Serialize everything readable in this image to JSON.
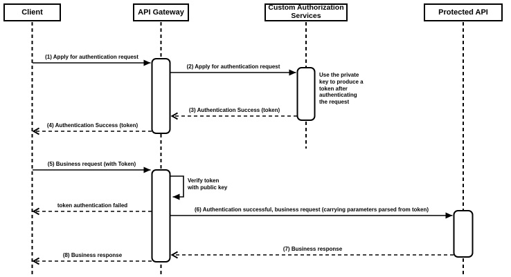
{
  "diagram_type": "sequence-diagram",
  "colors": {
    "stroke": "#000000",
    "fill": "#ffffff",
    "background": "#ffffff"
  },
  "participants": [
    {
      "id": "client",
      "label": "Client"
    },
    {
      "id": "api-gateway",
      "label": "API Gateway"
    },
    {
      "id": "custom-authorization-services",
      "label": "Custom Authorization\nServices"
    },
    {
      "id": "protected-api",
      "label": "Protected API"
    }
  ],
  "messages": [
    {
      "id": "msg-1",
      "from": "client",
      "to": "api-gateway",
      "style": "solid",
      "label": "(1) Apply for authentication request"
    },
    {
      "id": "msg-2",
      "from": "api-gateway",
      "to": "custom-authorization-services",
      "style": "solid",
      "label": "(2) Apply for authentication request"
    },
    {
      "id": "msg-3",
      "from": "custom-authorization-services",
      "to": "api-gateway",
      "style": "dashed",
      "label": "(3) Authentication Success (token)"
    },
    {
      "id": "msg-4",
      "from": "api-gateway",
      "to": "client",
      "style": "dashed",
      "label": "(4) Authentication Success (token)"
    },
    {
      "id": "msg-5",
      "from": "client",
      "to": "api-gateway",
      "style": "solid",
      "label": "(5) Business request (with Token)"
    },
    {
      "id": "msg-verify",
      "from": "api-gateway",
      "to": "api-gateway",
      "style": "self",
      "label": "Verify token\nwith public key"
    },
    {
      "id": "msg-token-failed",
      "from": "api-gateway",
      "to": "client",
      "style": "dashed",
      "label": "token authentication failed"
    },
    {
      "id": "msg-6",
      "from": "api-gateway",
      "to": "protected-api",
      "style": "solid",
      "label": "(6) Authentication successful, business request (carrying parameters parsed from token)"
    },
    {
      "id": "msg-7",
      "from": "protected-api",
      "to": "api-gateway",
      "style": "dashed",
      "label": "(7) Business response"
    },
    {
      "id": "msg-8",
      "from": "api-gateway",
      "to": "client",
      "style": "dashed",
      "label": "(8) Business response"
    }
  ],
  "note": {
    "text": "Use the private\nkey to produce a\ntoken after\nauthenticating\nthe request"
  }
}
